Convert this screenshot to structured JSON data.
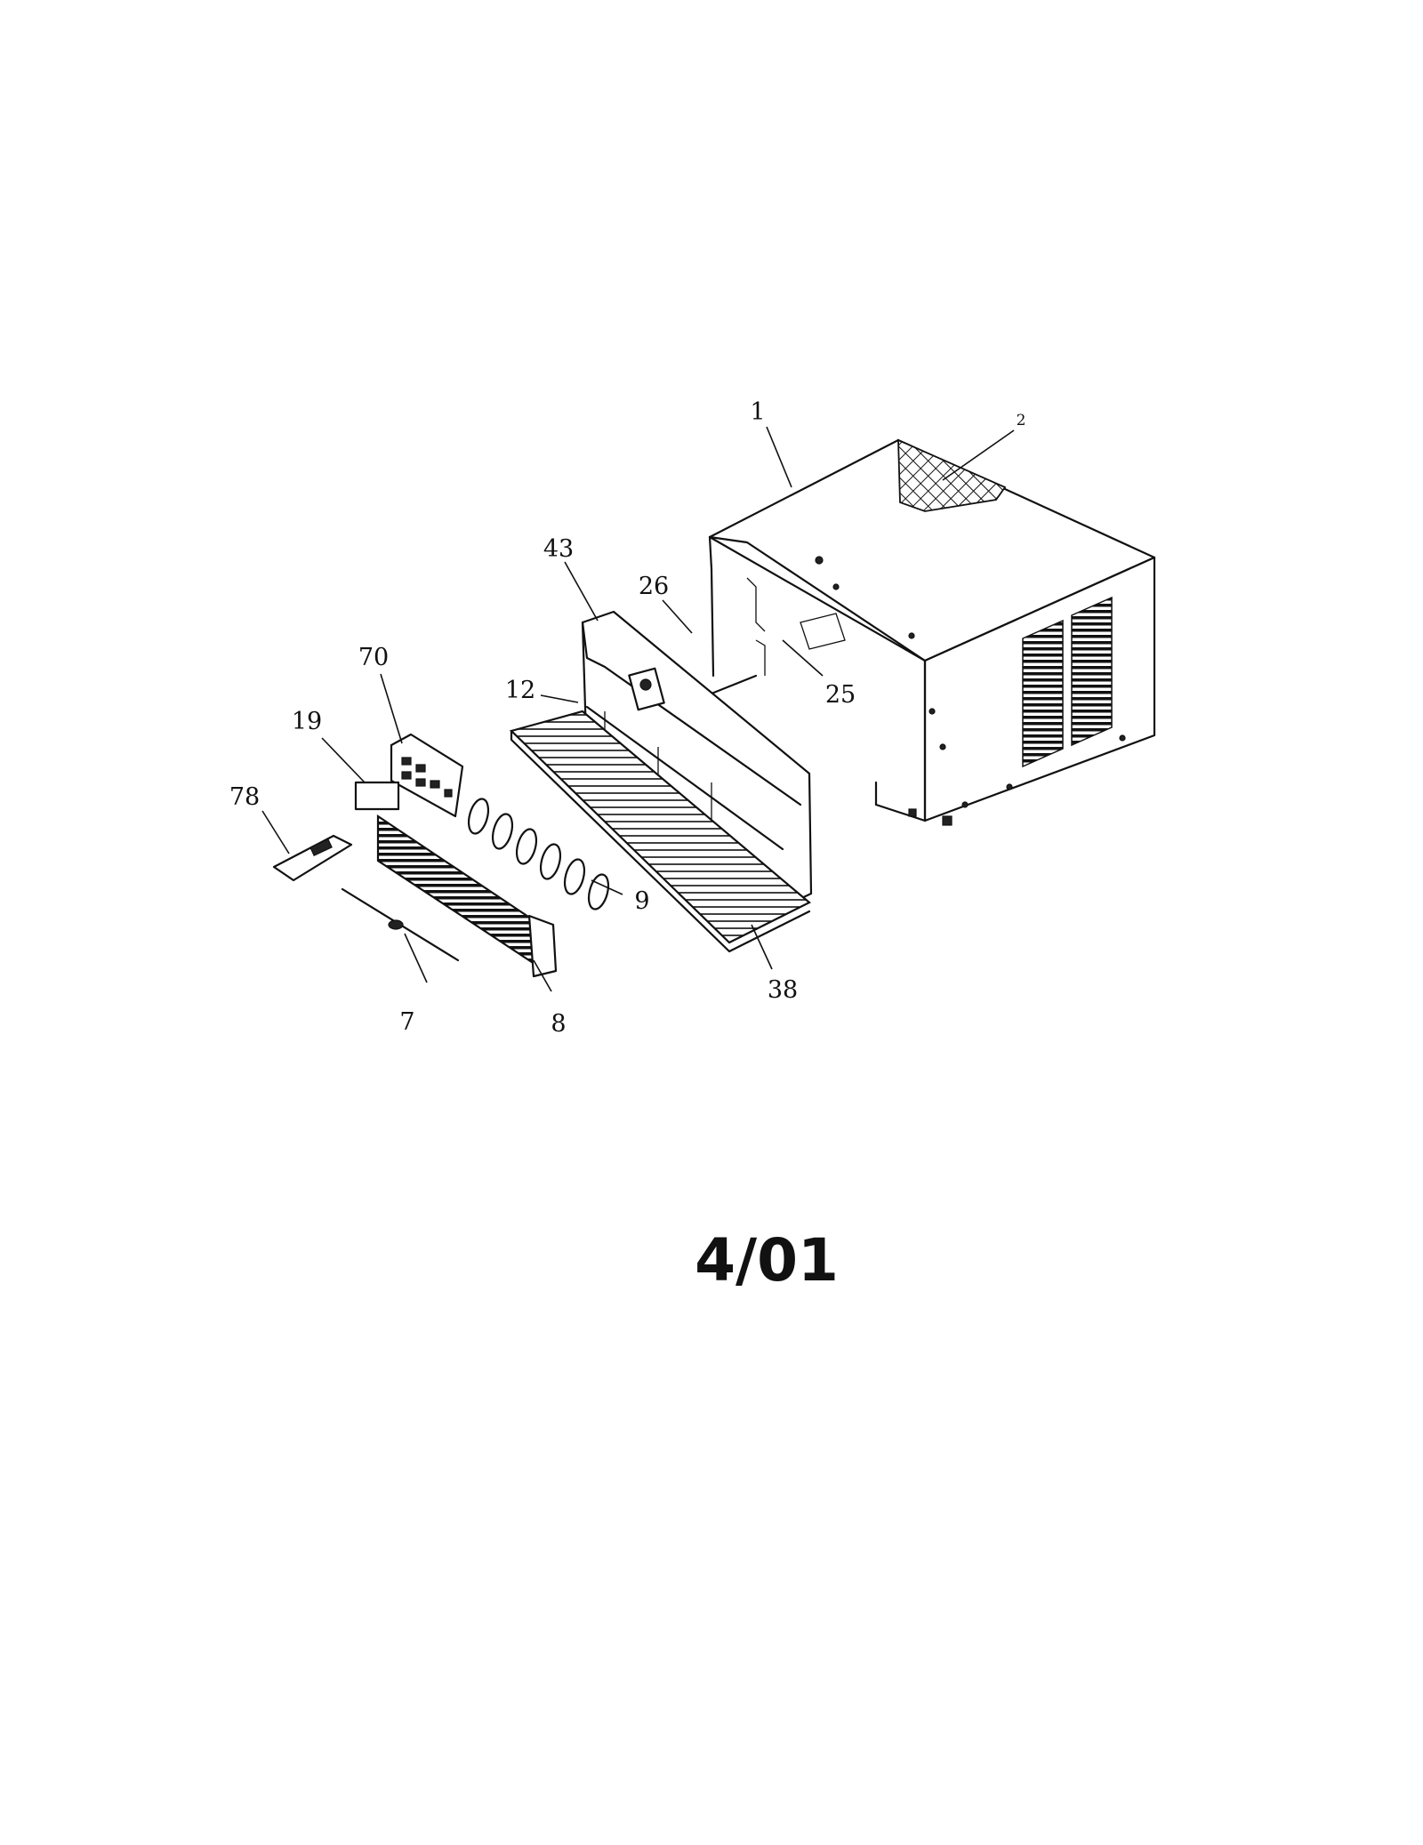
{
  "diagram": {
    "callouts": [
      {
        "id": "1",
        "label": "1"
      },
      {
        "id": "2",
        "label": "2"
      },
      {
        "id": "43",
        "label": "43"
      },
      {
        "id": "26",
        "label": "26"
      },
      {
        "id": "25",
        "label": "25"
      },
      {
        "id": "12",
        "label": "12"
      },
      {
        "id": "70",
        "label": "70"
      },
      {
        "id": "19",
        "label": "19"
      },
      {
        "id": "78",
        "label": "78"
      },
      {
        "id": "9",
        "label": "9"
      },
      {
        "id": "38",
        "label": "38"
      },
      {
        "id": "8",
        "label": "8"
      },
      {
        "id": "7",
        "label": "7"
      }
    ],
    "date_code": "4/01"
  }
}
